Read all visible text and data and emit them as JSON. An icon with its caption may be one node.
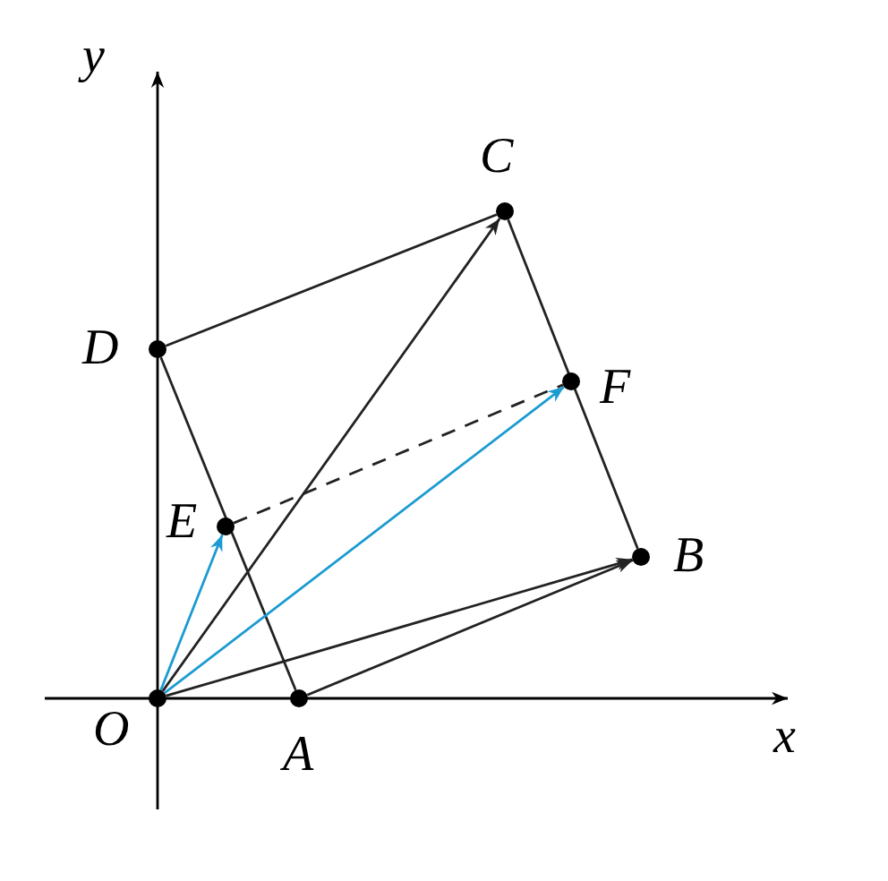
{
  "diagram": {
    "nodes": [
      {
        "text": [
          "O"
        ]
      },
      {
        "text": [
          "A"
        ]
      },
      {
        "text": [
          "B"
        ]
      },
      {
        "text": [
          "C"
        ]
      },
      {
        "text": [
          "D"
        ]
      },
      {
        "text": [
          "E"
        ]
      },
      {
        "text": [
          "F"
        ]
      }
    ],
    "edges": [
      {
        "from": 0,
        "to": 3,
        "arrow": "to"
      },
      {
        "from": 0,
        "to": 2,
        "arrow": "to"
      },
      {
        "from": 1,
        "to": 2,
        "arrow": "to"
      },
      {
        "from": 2,
        "to": 3,
        "arrow": "none"
      },
      {
        "from": 3,
        "to": 4,
        "arrow": "none"
      },
      {
        "from": 4,
        "to": 1,
        "arrow": "none"
      },
      {
        "from": 0,
        "to": 5,
        "arrow": "to",
        "color": "#1b9bd1"
      },
      {
        "from": 0,
        "to": 6,
        "arrow": "to",
        "color": "#1b9bd1"
      },
      {
        "from": 5,
        "to": 6,
        "arrow": "none",
        "style": "dashed"
      }
    ],
    "labels": [
      "x",
      "y"
    ]
  }
}
